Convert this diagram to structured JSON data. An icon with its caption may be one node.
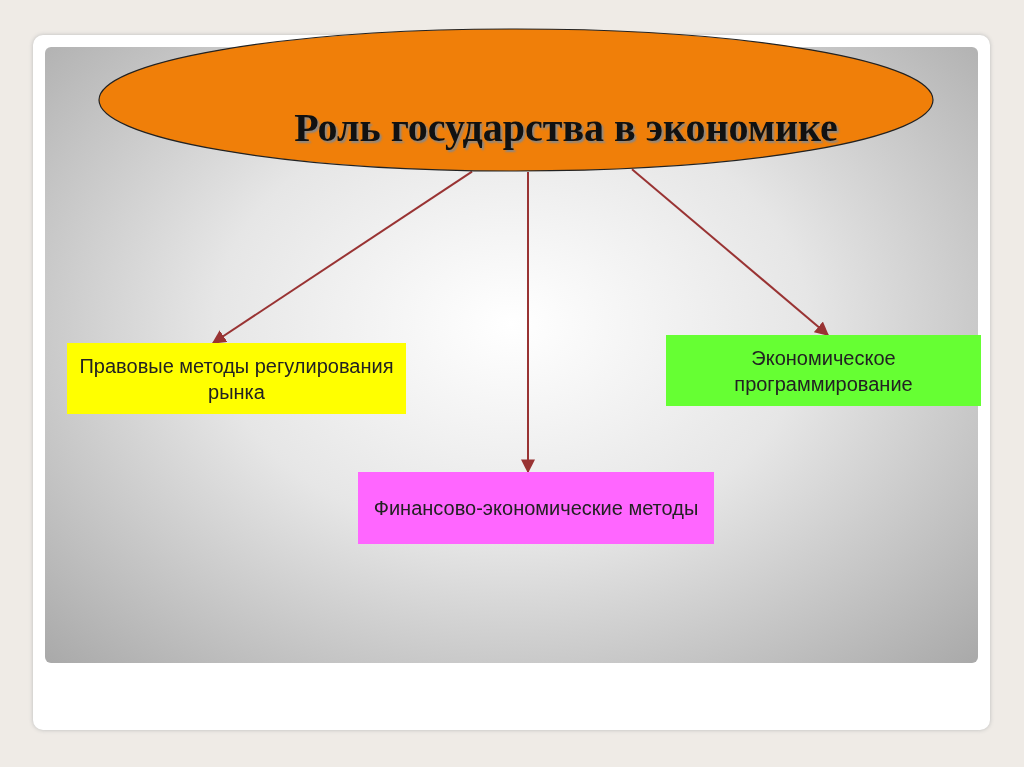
{
  "diagram": {
    "nodes": [
      {
        "text": [
          "Роль государства в экономике"
        ]
      },
      {
        "text": [
          "Правовые методы регулирования рынка"
        ]
      },
      {
        "text": [
          "Финансово-экономические методы"
        ]
      },
      {
        "text": [
          "Экономическое программирование"
        ]
      }
    ],
    "edges": [
      {
        "from": 0,
        "to": 1,
        "arrow": "to"
      },
      {
        "from": 0,
        "to": 2,
        "arrow": "to"
      },
      {
        "from": 0,
        "to": 3,
        "arrow": "to"
      }
    ]
  }
}
